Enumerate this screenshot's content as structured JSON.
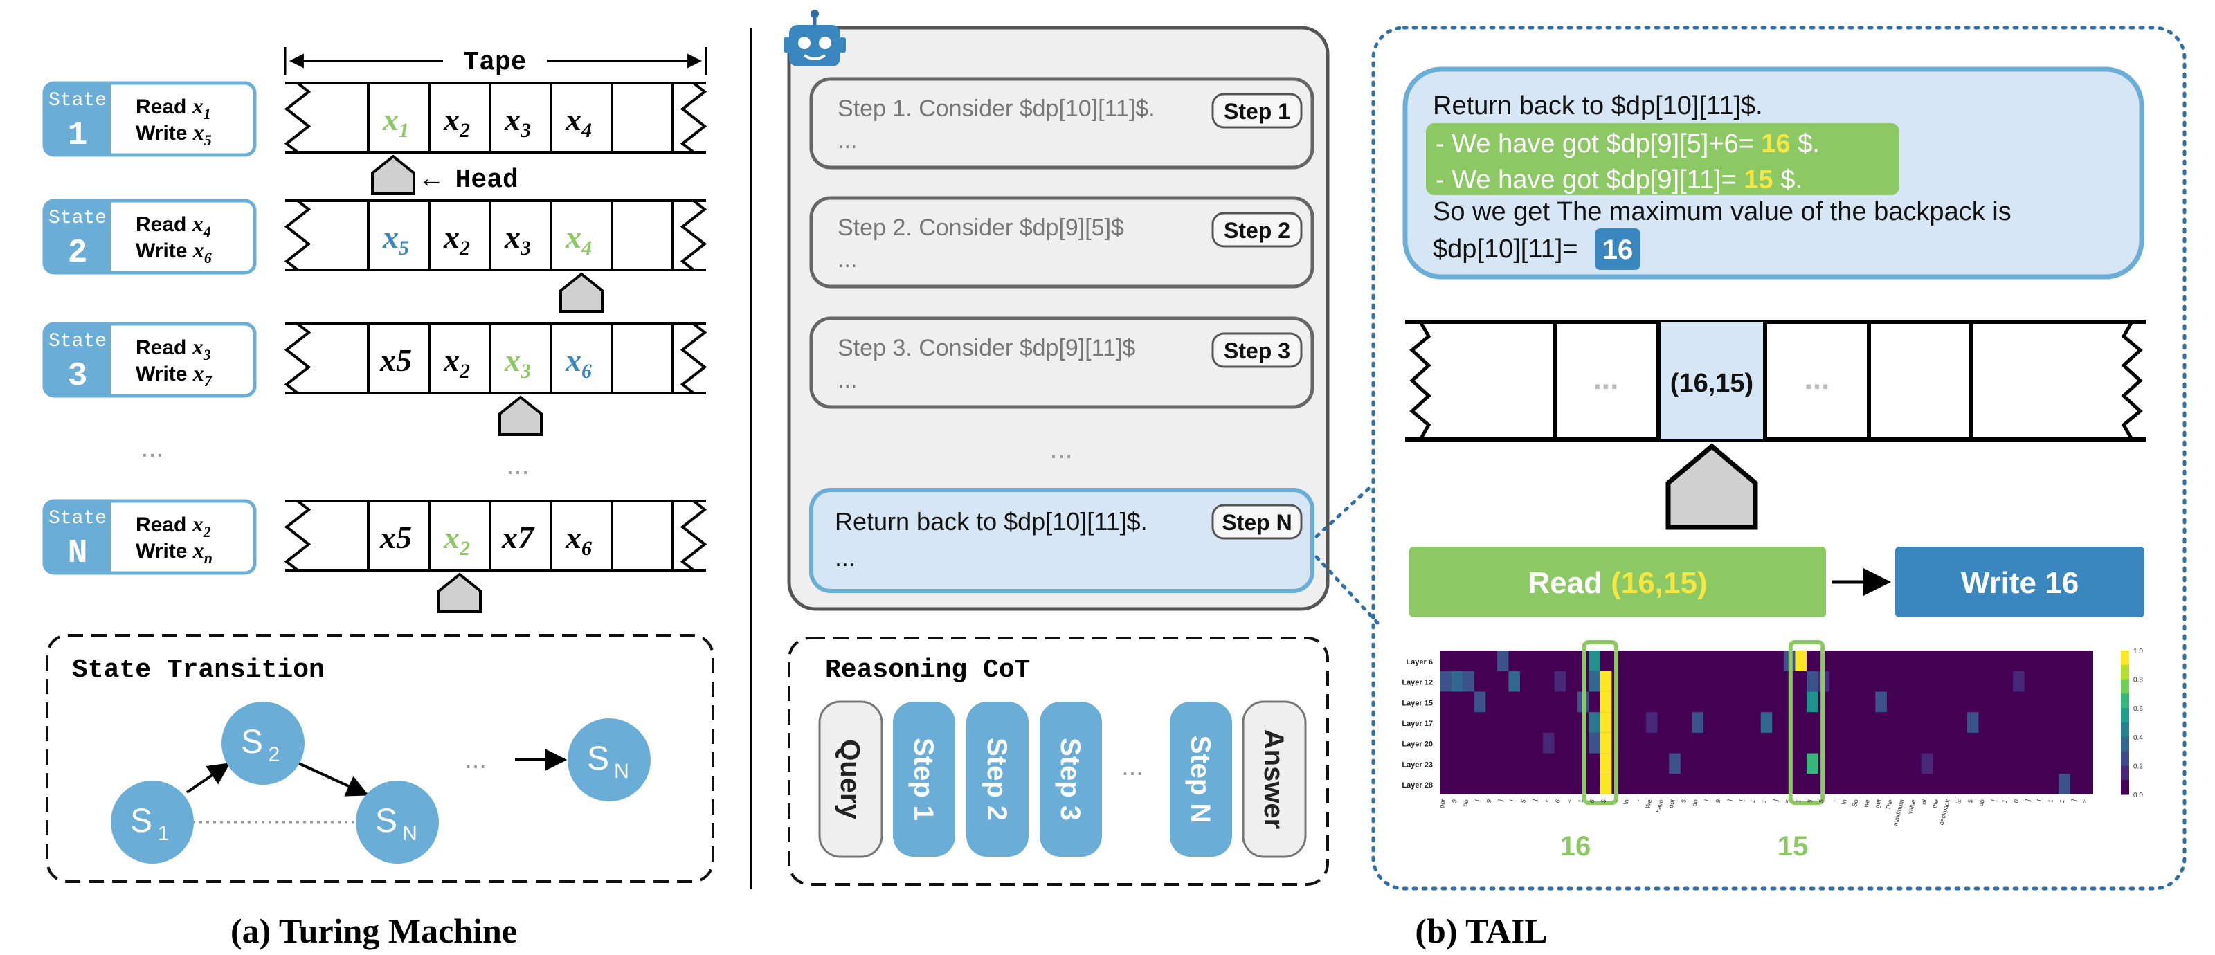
{
  "colors": {
    "blue": "#6aaed8",
    "green": "#8cc864",
    "dark_blue": "#3a87bf",
    "yellow": "#f5c842",
    "light_blue_fill": "#d6e6f5",
    "gray_fill": "#d0d0d0",
    "panel_bg": "#efefef",
    "dotted_blue": "#2f6fa5"
  },
  "turing": {
    "tape_label": "Tape",
    "head_label": "← Head",
    "states": [
      {
        "label": "State",
        "num": "1",
        "read_var": "x",
        "read_sub": "1",
        "write_var": "x",
        "write_sub": "5",
        "cells": [
          {
            "v": "x",
            "s": "1",
            "c": "green"
          },
          {
            "v": "x",
            "s": "2",
            "c": "black"
          },
          {
            "v": "x",
            "s": "3",
            "c": "black"
          },
          {
            "v": "x",
            "s": "4",
            "c": "black"
          }
        ]
      },
      {
        "label": "State",
        "num": "2",
        "read_var": "x",
        "read_sub": "4",
        "write_var": "x",
        "write_sub": "6",
        "cells": [
          {
            "v": "x",
            "s": "5",
            "c": "blue"
          },
          {
            "v": "x",
            "s": "2",
            "c": "black"
          },
          {
            "v": "x",
            "s": "3",
            "c": "black"
          },
          {
            "v": "x",
            "s": "4",
            "c": "green"
          }
        ]
      },
      {
        "label": "State",
        "num": "3",
        "read_var": "x",
        "read_sub": "3",
        "write_var": "x",
        "write_sub": "7",
        "cells": [
          {
            "v": "x5",
            "s": "",
            "c": "black"
          },
          {
            "v": "x",
            "s": "2",
            "c": "black"
          },
          {
            "v": "x",
            "s": "3",
            "c": "green"
          },
          {
            "v": "x",
            "s": "6",
            "c": "blue"
          }
        ]
      },
      {
        "label": "State",
        "num": "N",
        "read_var": "x",
        "read_sub": "2",
        "write_var": "x",
        "write_sub": "n",
        "cells": [
          {
            "v": "x5",
            "s": "",
            "c": "black"
          },
          {
            "v": "x",
            "s": "2",
            "c": "green"
          },
          {
            "v": "x7",
            "s": "",
            "c": "black"
          },
          {
            "v": "x",
            "s": "6",
            "c": "black"
          }
        ]
      }
    ],
    "read_word": "Read",
    "write_word": "Write",
    "ellipsis": "...",
    "state_transition_title": "State Transition",
    "nodes": {
      "s1": "S",
      "s1_sub": "1",
      "s2": "S",
      "s2_sub": "2",
      "sn": "S",
      "sn_sub": "N"
    },
    "caption": "(a) Turing Machine"
  },
  "steps_panel": {
    "steps": [
      {
        "text": "Step 1. Consider $dp[10][11]$.",
        "more": "...",
        "tag": "Step 1"
      },
      {
        "text": "Step 2. Consider $dp[9][5]$",
        "more": "...",
        "tag": "Step 2"
      },
      {
        "text": "Step 3. Consider $dp[9][11]$",
        "more": "...",
        "tag": "Step 3"
      }
    ],
    "dots": "...",
    "final": {
      "text": "Return back to $dp[10][11]$.",
      "more": "...",
      "tag": "Step N"
    }
  },
  "cot": {
    "title": "Reasoning CoT",
    "items": [
      "Query",
      "Step 1",
      "Step 2",
      "Step 3",
      "...",
      "Step N",
      "Answer"
    ]
  },
  "tail": {
    "bubble": {
      "line1": "Return back to $dp[10][11]$.",
      "line2_pre": "- We have got $dp[9][5]+6= ",
      "line2_val": "16",
      "line2_post": " $.",
      "line3_pre": "- We have got $dp[9][11]= ",
      "line3_val": "15",
      "line3_post": " $.",
      "line4": "So we get The maximum value of the backpack is",
      "line5_pre": "$dp[10][11]=",
      "line5_val": "16"
    },
    "tape_cell": "(16,15)",
    "tape_dots": "...",
    "read_label": "Read",
    "read_value": "(16,15)",
    "write_label": "Write 16",
    "heatmap": {
      "layers": [
        "Layer 6",
        "Layer 12",
        "Layer 15",
        "Layer 17",
        "Layer 20",
        "Layer 23",
        "Layer 28"
      ],
      "colorbar_ticks": [
        "1.0",
        "0.8",
        "0.6",
        "0.4",
        "0.2",
        "0.0"
      ],
      "tokens": [
        "got",
        "$",
        "dp",
        "[",
        "9",
        "]",
        "[",
        "5",
        "]",
        "+",
        "6",
        "=",
        "1",
        "6",
        "$",
        ".",
        "\\n",
        "-",
        "We",
        "have",
        "got",
        "$",
        "dp",
        "[",
        "9",
        "]",
        "[",
        "1",
        "1",
        "]",
        "=",
        "1",
        "5",
        "$",
        ".",
        "\\n",
        "So",
        "we",
        "get",
        "The",
        "maximum",
        "value",
        "of",
        "the",
        "backpack",
        "is",
        "$",
        "dp",
        "[",
        "1",
        "0",
        "]",
        "[",
        "1",
        "1",
        "]",
        "="
      ],
      "highlight_16": "16",
      "highlight_15": "15"
    },
    "caption": "(b) TAIL"
  }
}
